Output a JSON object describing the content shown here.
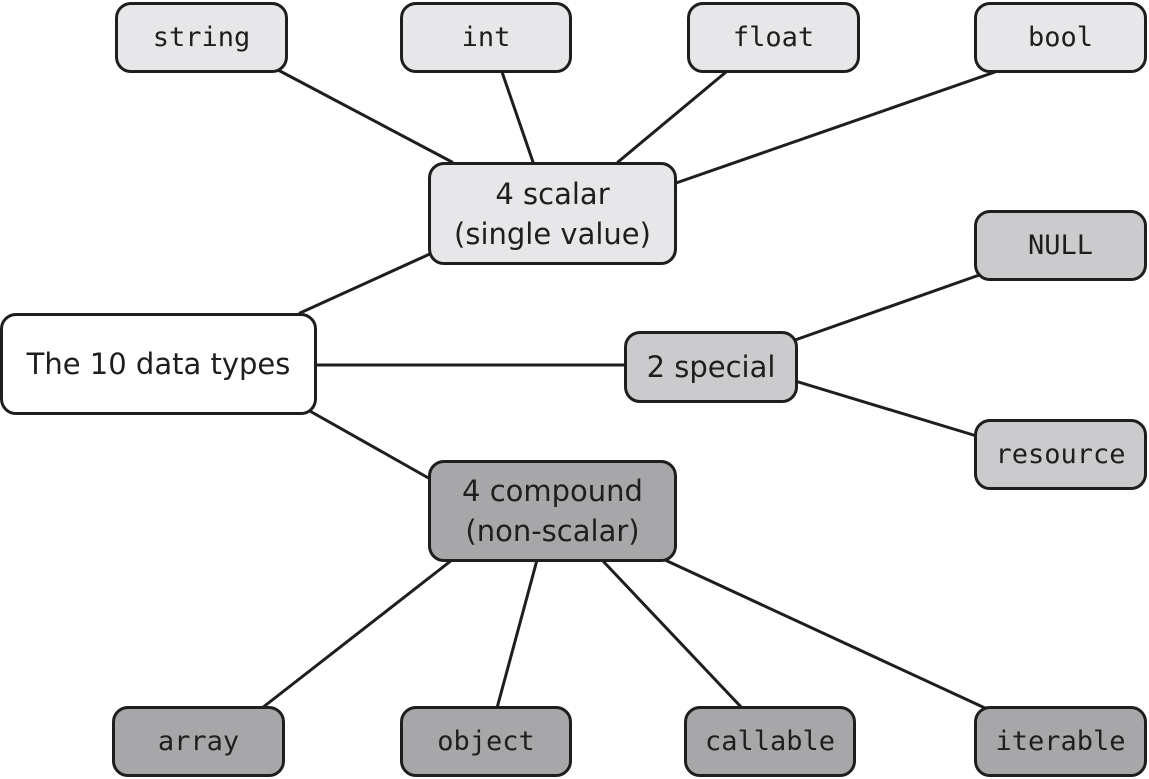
{
  "diagram": {
    "root": {
      "label": "The 10 data types"
    },
    "groups": {
      "scalar": {
        "line1": "4 scalar",
        "line2": "(single value)"
      },
      "special": {
        "label": "2 special"
      },
      "compound": {
        "line1": "4 compound",
        "line2": "(non-scalar)"
      }
    },
    "types": {
      "string": "string",
      "int": "int",
      "float": "float",
      "bool": "bool",
      "null": "NULL",
      "resource": "resource",
      "array": "array",
      "object": "object",
      "callable": "callable",
      "iterable": "iterable"
    },
    "colors": {
      "line": "#1e1e1e",
      "root": "#ffffff",
      "scalar": "#e7e7e9",
      "special": "#cbcbcd",
      "compound": "#a7a7a9"
    }
  }
}
